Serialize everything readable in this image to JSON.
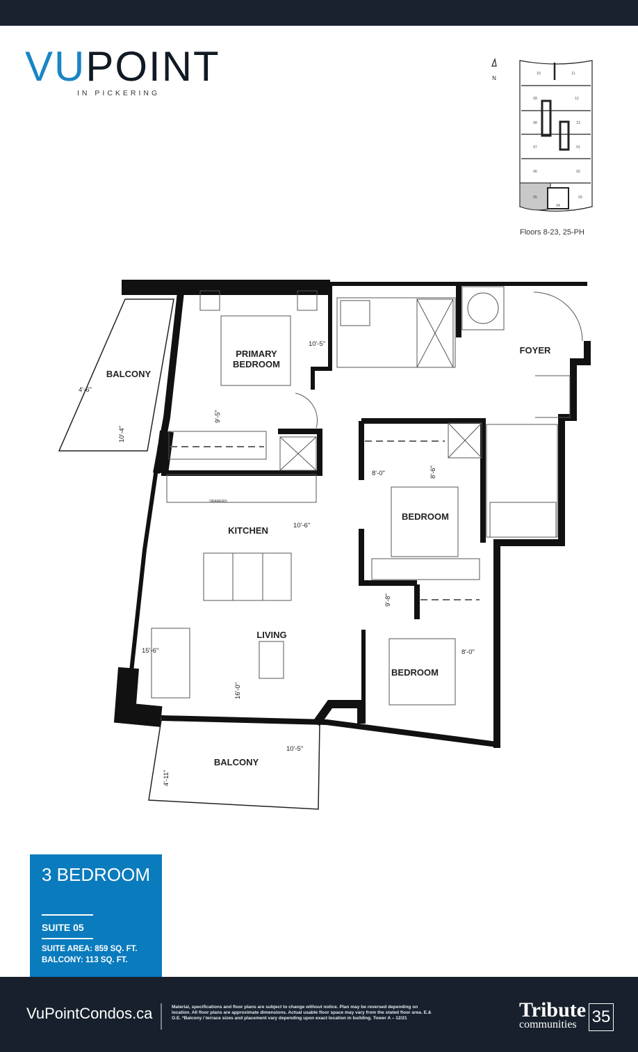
{
  "brand": {
    "logo_part1": "VU",
    "logo_part2": "POINT",
    "tagline": "IN PICKERING",
    "accent": "#0a7bbd"
  },
  "keyplate": {
    "north": "N",
    "caption": "Floors 8-23, 25-PH",
    "units": [
      "10",
      "11",
      "09",
      "12",
      "08",
      "13",
      "07",
      "01",
      "06",
      "02",
      "05",
      "04",
      "03"
    ],
    "highlighted": "05"
  },
  "plan": {
    "rooms": {
      "balcony_top": "BALCONY",
      "primary": [
        "PRIMARY",
        "BEDROOM"
      ],
      "foyer": "FOYER",
      "kitchen": "KITCHEN",
      "living": "LIVING",
      "bedroom2": "BEDROOM",
      "bedroom3": "BEDROOM",
      "balcony_bottom": "BALCONY",
      "drawers": "DRAWERS"
    },
    "dims": {
      "primary_w": "10'-5\"",
      "primary_d": "9'-5\"",
      "balcony_top_w": "4'-6\"",
      "balcony_top_d": "10'-4\"",
      "bed2_w": "8'-0\"",
      "bed2_d": "8'-6\"",
      "kitchen": "10'-6\"",
      "living_w": "15'-6\"",
      "living_d": "16'-0\"",
      "bed3_d": "9'-8\"",
      "bed3_w": "8'-0\"",
      "balcony_bot_w": "10'-5\"",
      "balcony_bot_d": "4'-11\""
    }
  },
  "info": {
    "type": "3 BEDROOM",
    "suite": "SUITE 05",
    "area": "SUITE AREA: 859 SQ. FT.",
    "balcony": "BALCONY: 113 SQ. FT."
  },
  "footer": {
    "site": "VuPointCondos.ca",
    "disclaimer": "Material, specifications and floor plans are subject to change without notice. Plan may be reversed depending on location. All floor plans are approximate dimensions. Actual usable floor space may vary from the stated floor area.  E.& O.E.  *Balcony / terrace sizes and placement vary depending upon exact location in building. Tower A – 12/21",
    "brand1": "Tribute",
    "brand2": "communities",
    "years": "35"
  }
}
